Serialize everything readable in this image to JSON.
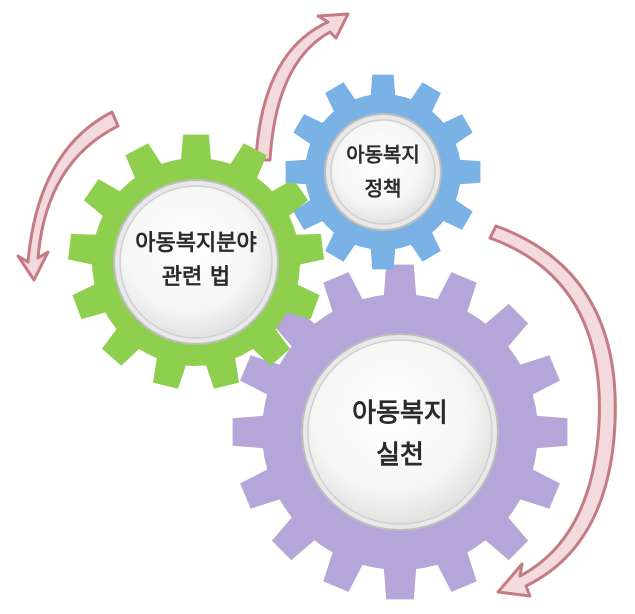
{
  "colors": {
    "green_gear": "#8ed04e",
    "blue_gear": "#7ab2e6",
    "purple_gear": "#b4a6d8",
    "arrow_fill": "#f3dadc",
    "arrow_stroke": "#c47b83"
  },
  "gears": [
    {
      "id": "law",
      "lines": [
        "아동복지분야",
        "관련 법"
      ]
    },
    {
      "id": "policy",
      "lines": [
        "아동복지",
        "정책"
      ]
    },
    {
      "id": "practice",
      "lines": [
        "아동복지",
        "실천"
      ]
    }
  ]
}
